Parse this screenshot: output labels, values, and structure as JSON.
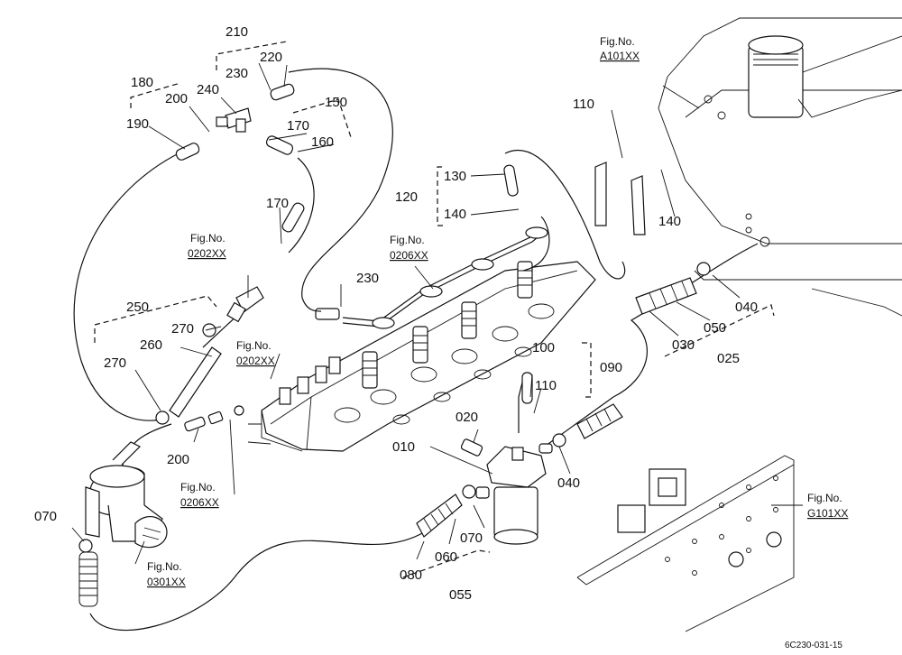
{
  "parts": {
    "p210": "210",
    "p180": "180",
    "p200a": "200",
    "p240": "240",
    "p230a": "230",
    "p220": "220",
    "p150": "150",
    "p190": "190",
    "p170a": "170",
    "p160": "160",
    "p170b": "170",
    "p110a": "110",
    "p130": "130",
    "p120": "120",
    "p140a": "140",
    "p140b": "140",
    "p230b": "230",
    "p250": "250",
    "p270a": "270",
    "p260": "260",
    "p270b": "270",
    "p200b": "200",
    "p100": "100",
    "p090": "090",
    "p110b": "110",
    "p020": "020",
    "p010": "010",
    "p040a": "040",
    "p040b": "040",
    "p050": "050",
    "p030": "030",
    "p025": "025",
    "p070a": "070",
    "p070b": "070",
    "p060": "060",
    "p080": "080",
    "p055": "055"
  },
  "refs": {
    "fig_label": "Fig.No.",
    "a101": "A101XX",
    "r0202_top": "0202XX",
    "r0206_top": "0206XX",
    "r0202_mid": "0202XX",
    "r0206_bot": "0206XX",
    "r0301": "0301XX",
    "g101": "G101XX"
  },
  "drawing_code": "6C230-031-15"
}
